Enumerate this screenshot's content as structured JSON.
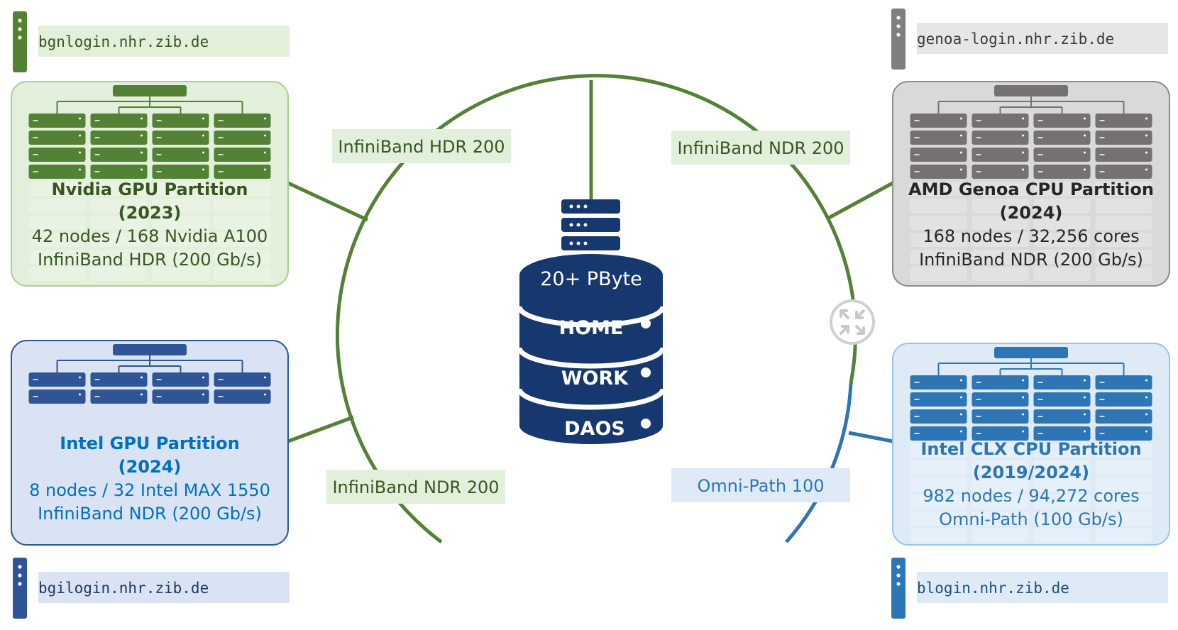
{
  "storage": {
    "capacity": "20+ PByte",
    "tiers": [
      "HOME",
      "WORK",
      "DAOS"
    ],
    "color": "#16386e"
  },
  "links": [
    {
      "label": "InfiniBand HDR 200",
      "color": "#4a7d2f"
    },
    {
      "label": "InfiniBand NDR 200",
      "color": "#4a7d2f"
    },
    {
      "label": "InfiniBand NDR 200",
      "color": "#4a7d2f"
    },
    {
      "label": "Omni-Path 100",
      "color": "#2e75b6"
    }
  ],
  "partitions": [
    {
      "title": "Nvidia GPU Partition",
      "year": "(2023)",
      "nodes": "42 nodes / 168 Nvidia A100",
      "network": "InfiniBand HDR (200 Gb/s)",
      "login": "bgnlogin.nhr.zib.de",
      "theme": "green"
    },
    {
      "title": "AMD Genoa CPU Partition",
      "year": "(2024)",
      "nodes": "168 nodes / 32,256 cores",
      "network": "InfiniBand NDR (200 Gb/s)",
      "login": "genoa-login.nhr.zib.de",
      "theme": "gray"
    },
    {
      "title": "Intel GPU Partition",
      "year": "(2024)",
      "nodes": "8 nodes / 32 Intel MAX 1550",
      "network": "InfiniBand NDR (200 Gb/s)",
      "login": "bgilogin.nhr.zib.de",
      "theme": "blue"
    },
    {
      "title": "Intel CLX CPU Partition",
      "year": "(2019/2024)",
      "nodes": "982 nodes / 94,272 cores",
      "network": "Omni-Path (100 Gb/s)",
      "login": "blogin.nhr.zib.de",
      "theme": "lightblue"
    }
  ],
  "themes": {
    "green": {
      "box": "#e2efda",
      "border": "#a9d18e",
      "server": "#538135",
      "text": "#375623",
      "loginBg": "#e2efda",
      "loginText": "#375623",
      "tower": "#548235"
    },
    "gray": {
      "box": "#d9d9d9",
      "border": "#8c8c8c",
      "server": "#767171",
      "text": "#262626",
      "loginBg": "#e7e6e6",
      "loginText": "#3a3a3a",
      "tower": "#7f7f7f"
    },
    "blue": {
      "box": "#dae3f3",
      "border": "#2f5597",
      "server": "#2f5597",
      "text": "#0070c0",
      "loginBg": "#dae3f3",
      "loginText": "#1f3864",
      "tower": "#2f5597"
    },
    "lightblue": {
      "box": "#deebf7",
      "border": "#9dc3e6",
      "server": "#2e75b6",
      "text": "#2e75b6",
      "loginBg": "#deebf7",
      "loginText": "#1f4e79",
      "tower": "#2e75b6"
    }
  },
  "router_icon": "router-icon"
}
